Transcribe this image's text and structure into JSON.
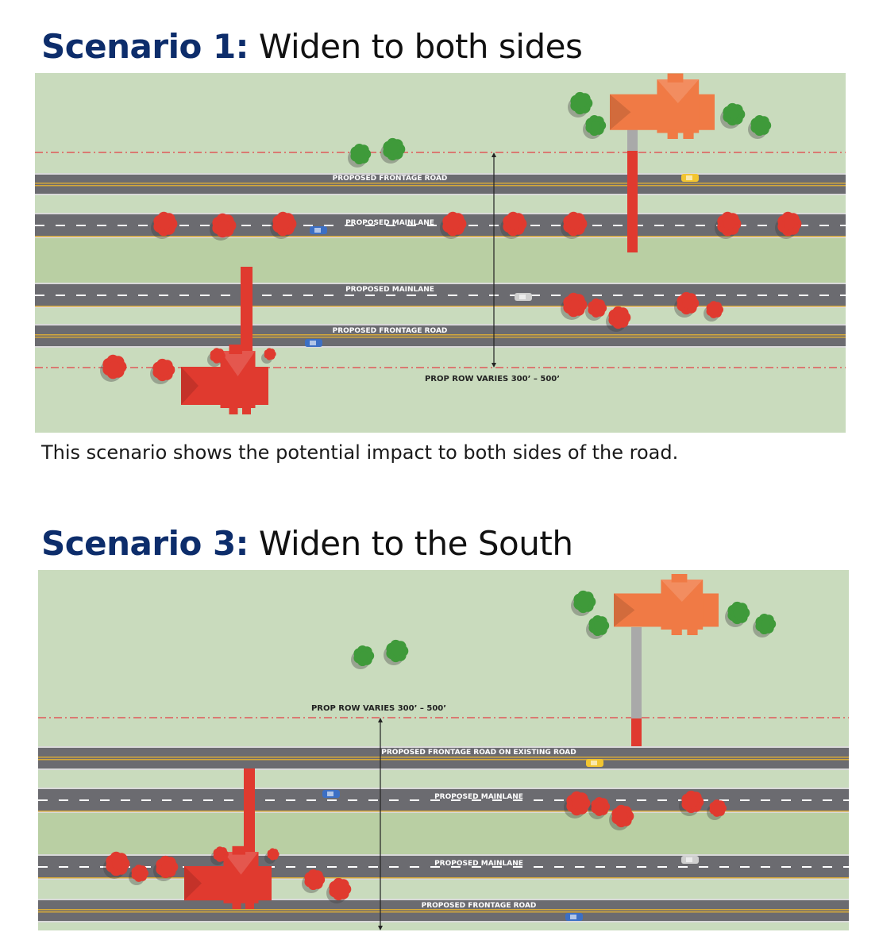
{
  "scenario1": {
    "title_bold": "Scenario 1:",
    "title_rest": " Widen to both sides",
    "caption": "This scenario shows the potential impact to both sides of the road.",
    "labels": {
      "frontage_north": "PROPOSED FRONTAGE ROAD",
      "mainlane_north": "PROPOSED MAINLANE",
      "mainlane_south": "PROPOSED MAINLANE",
      "frontage_south": "PROPOSED FRONTAGE ROAD",
      "row": "PROP ROW VARIES 300’ – 500’"
    }
  },
  "scenario3": {
    "title_bold": "Scenario 3:",
    "title_rest": " Widen to the South",
    "labels": {
      "frontage_north": "PROPOSED FRONTAGE ROAD ON EXISTING ROAD",
      "mainlane_north": "PROPOSED MAINLANE",
      "mainlane_south": "PROPOSED MAINLANE",
      "frontage_south": "PROPOSED FRONTAGE ROAD",
      "row": "PROP ROW VARIES 300’ – 500’"
    }
  },
  "colors": {
    "grass": "#c9dbbd",
    "median": "#b9cfa3",
    "road": "#6b6b70",
    "row_line": "#e05a5a",
    "impact_red": "#e03a2f",
    "house_orange": "#f07a45",
    "tree_green": "#3f9a3a",
    "title_blue": "#0d2d6b"
  }
}
